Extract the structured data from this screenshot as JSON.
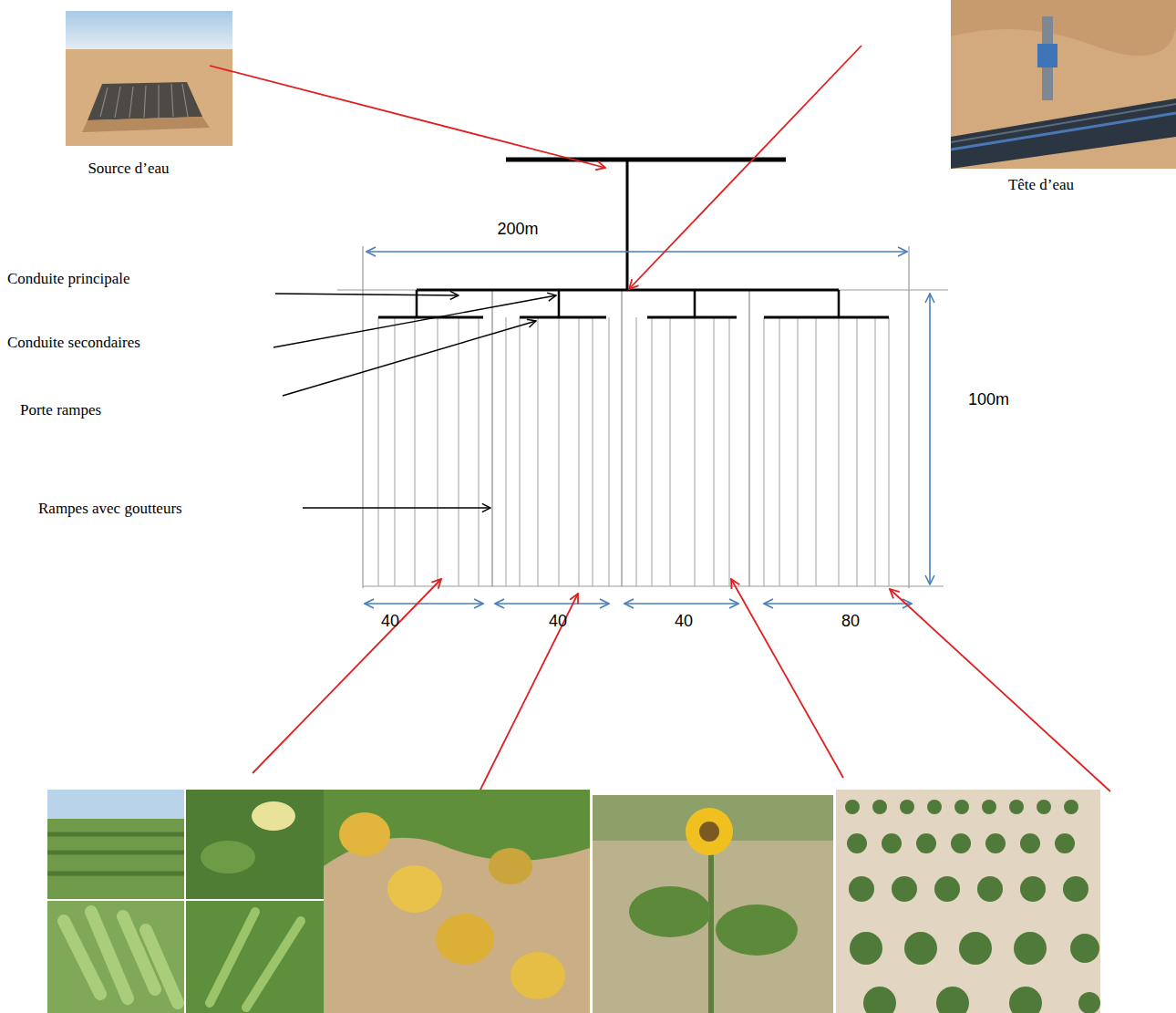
{
  "diagram": {
    "labels": [
      "Source d’eau",
      "Tête d’eau",
      "200m",
      "Conduite principale",
      "Conduite secondaires",
      "100m",
      "Porte rampes",
      "Rampes avec goutteurs",
      "40",
      "40",
      "40",
      "80"
    ]
  }
}
